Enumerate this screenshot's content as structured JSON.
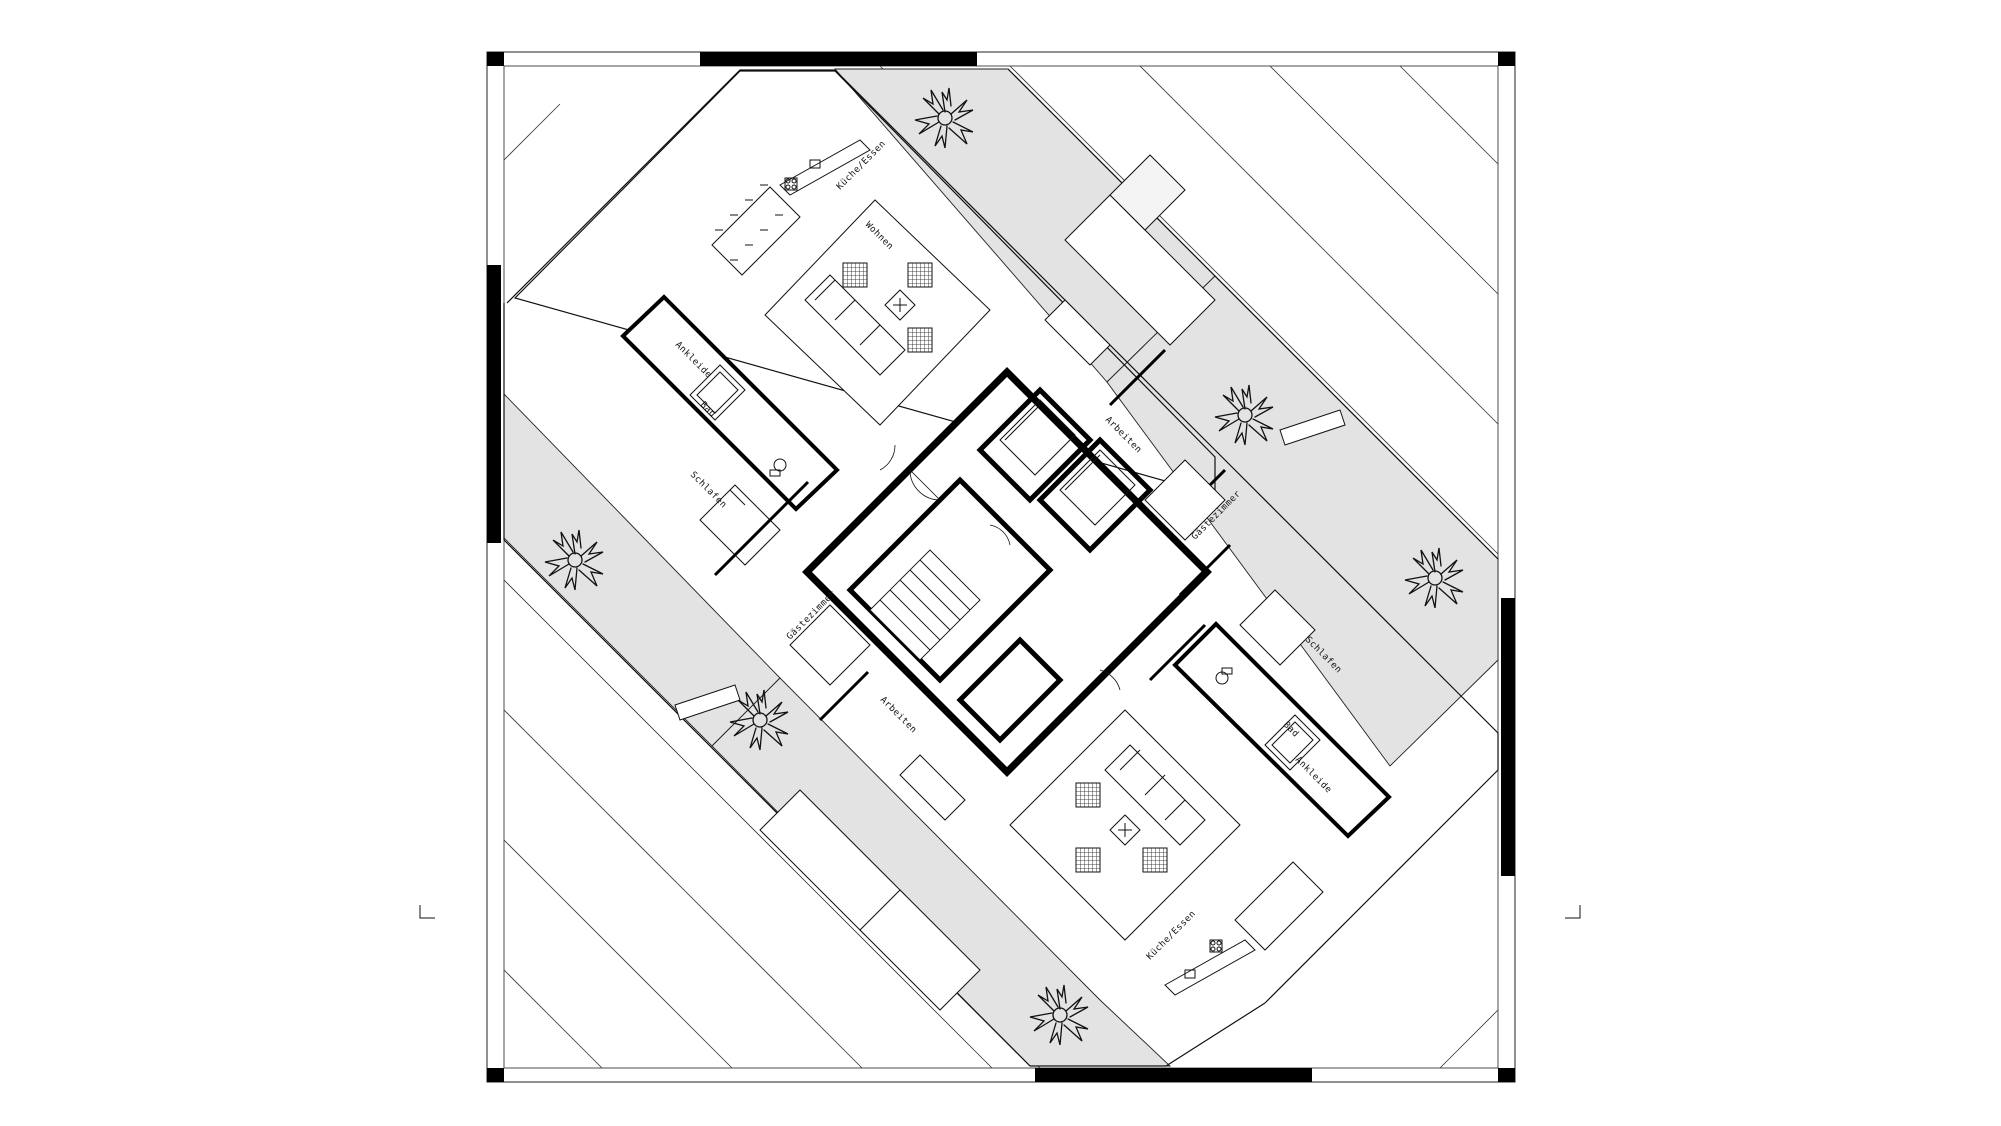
{
  "plan": {
    "colors": {
      "background": "#ffffff",
      "line": "#111111",
      "wall": "#000000",
      "green_strip": "#e3e3e3"
    },
    "rooms": {
      "top_left": {
        "ankleide": "Ankleide",
        "bad": "Bad",
        "schlafen": "Schlafen",
        "wohnen": "Wohnen",
        "kueche_essen": "Küche/Essen",
        "arbeiten": "Arbeiten",
        "gaestezimmer": "Gästezimmer"
      },
      "bottom_right": {
        "ankleide": "Ankleide",
        "bad": "Bad",
        "schlafen": "Schlafen",
        "kueche_essen": "Küche/Essen",
        "arbeiten": "Arbeiten",
        "gaestezimmer": "Gästezimmer"
      }
    },
    "icons": [
      "tree-icon",
      "stove-icon",
      "sink-icon",
      "bathtub-icon",
      "toilet-icon",
      "sofa-icon",
      "dining-table-icon",
      "bed-icon",
      "stair-icon",
      "door-icon",
      "elevator-icon"
    ]
  }
}
